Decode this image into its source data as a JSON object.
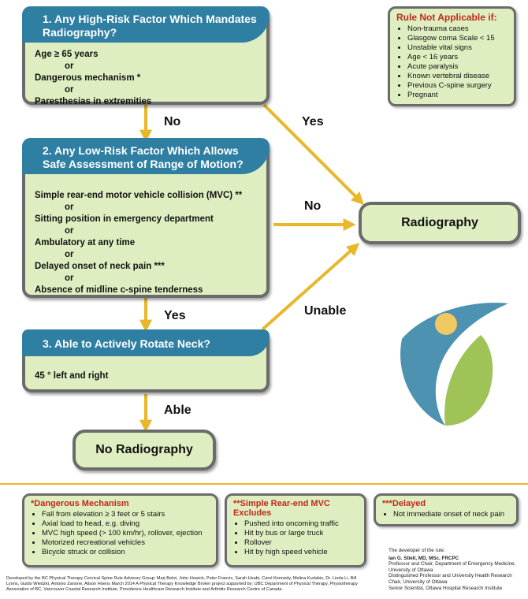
{
  "step1": {
    "title": "1.  Any High-Risk Factor Which Mandates Radiography?",
    "items": [
      "Age ≥ 65 years",
      "or",
      "Dangerous mechanism *",
      "or",
      "Paresthesias in extremities"
    ]
  },
  "step2": {
    "title": "2.  Any Low-Risk Factor Which Allows Safe Assessment of Range of Motion?",
    "items": [
      "Simple rear-end motor vehicle collision (MVC) **",
      "or",
      "Sitting position in emergency department",
      "or",
      "Ambulatory at any time",
      "or",
      "Delayed onset of neck pain ***",
      "or",
      "Absence of midline c-spine tenderness"
    ]
  },
  "step3": {
    "title": "3.  Able to Actively Rotate Neck?",
    "items": [
      "45 ° left and right"
    ]
  },
  "arrows": {
    "no1": "No",
    "yes1": "Yes",
    "no2": "No",
    "yes2": "Yes",
    "unable": "Unable",
    "able": "Able"
  },
  "outcomes": {
    "radiography": "Radiography",
    "no_radiography": "No Radiography"
  },
  "not_applicable": {
    "title": "Rule Not Applicable if:",
    "items": [
      "Non-trauma cases",
      "Glasgow coma Scale < 15",
      "Unstable vital signs",
      "Age < 16 years",
      "Acute paralysis",
      "Known vertebral disease",
      "Previous C-spine surgery",
      "Pregnant"
    ]
  },
  "dangerous_mechanism": {
    "title": "*Dangerous Mechanism",
    "items": [
      "Fall from elevation ≥ 3 feet or 5 stairs",
      "Axial load to head, e.g. diving",
      "MVC high speed (> 100 km/hr), rollover, ejection",
      "Motorized recreational vehicles",
      "Bicycle struck or collision"
    ]
  },
  "mvc_excludes": {
    "title": "**Simple Rear-end MVC Excludes",
    "items": [
      "Pushed into oncoming traffic",
      "Hit by bus or large truck",
      "Rollover",
      "Hit by high speed vehicle"
    ]
  },
  "delayed": {
    "title": "***Delayed",
    "items": [
      "Not immediate onset of neck pain"
    ]
  },
  "developer": {
    "heading": "The developer of the rule:",
    "name": "Ian G. Stiell, MD, MSc, FRCPC",
    "lines": [
      "Professor and Chair, Department of Emergency Medicine, University of Ottawa",
      "Distinguished Professor and University Health Research Chair, University of Ottawa",
      "Senior Scientist, Ottawa Hospital Research Institute"
    ]
  },
  "credits": "Developed by the BC Physical Therapy Cervical  Spine Rule Advisory Group: Marj Belot, John Howick, Peter Francis, Sarah Hsabi, Carol Kennedy, Melina Kurtakis, Dr. Linda Li, Bill Lyons, Guido Wiedzki, Antonio Zanone, Alison Hoens March 2014 A Physical Therapy Knowledge Broker project supported by: UBC Department of Physical Therapy, Physiotherapy Association of BC, Vancouver Coastal Research Institute, Providence Healthcare Research Institute and  Arthritis Research Centre of Canada.",
  "colors": {
    "box_fill": "#dfeec0",
    "box_border": "#6b6b6b",
    "header_blue": "#2f7fa3",
    "arrow_gold": "#e8b72a",
    "note_red": "#c0281d",
    "logo_blue": "#2f7fa3",
    "logo_green": "#8fb83a",
    "logo_orange": "#f0c862"
  }
}
